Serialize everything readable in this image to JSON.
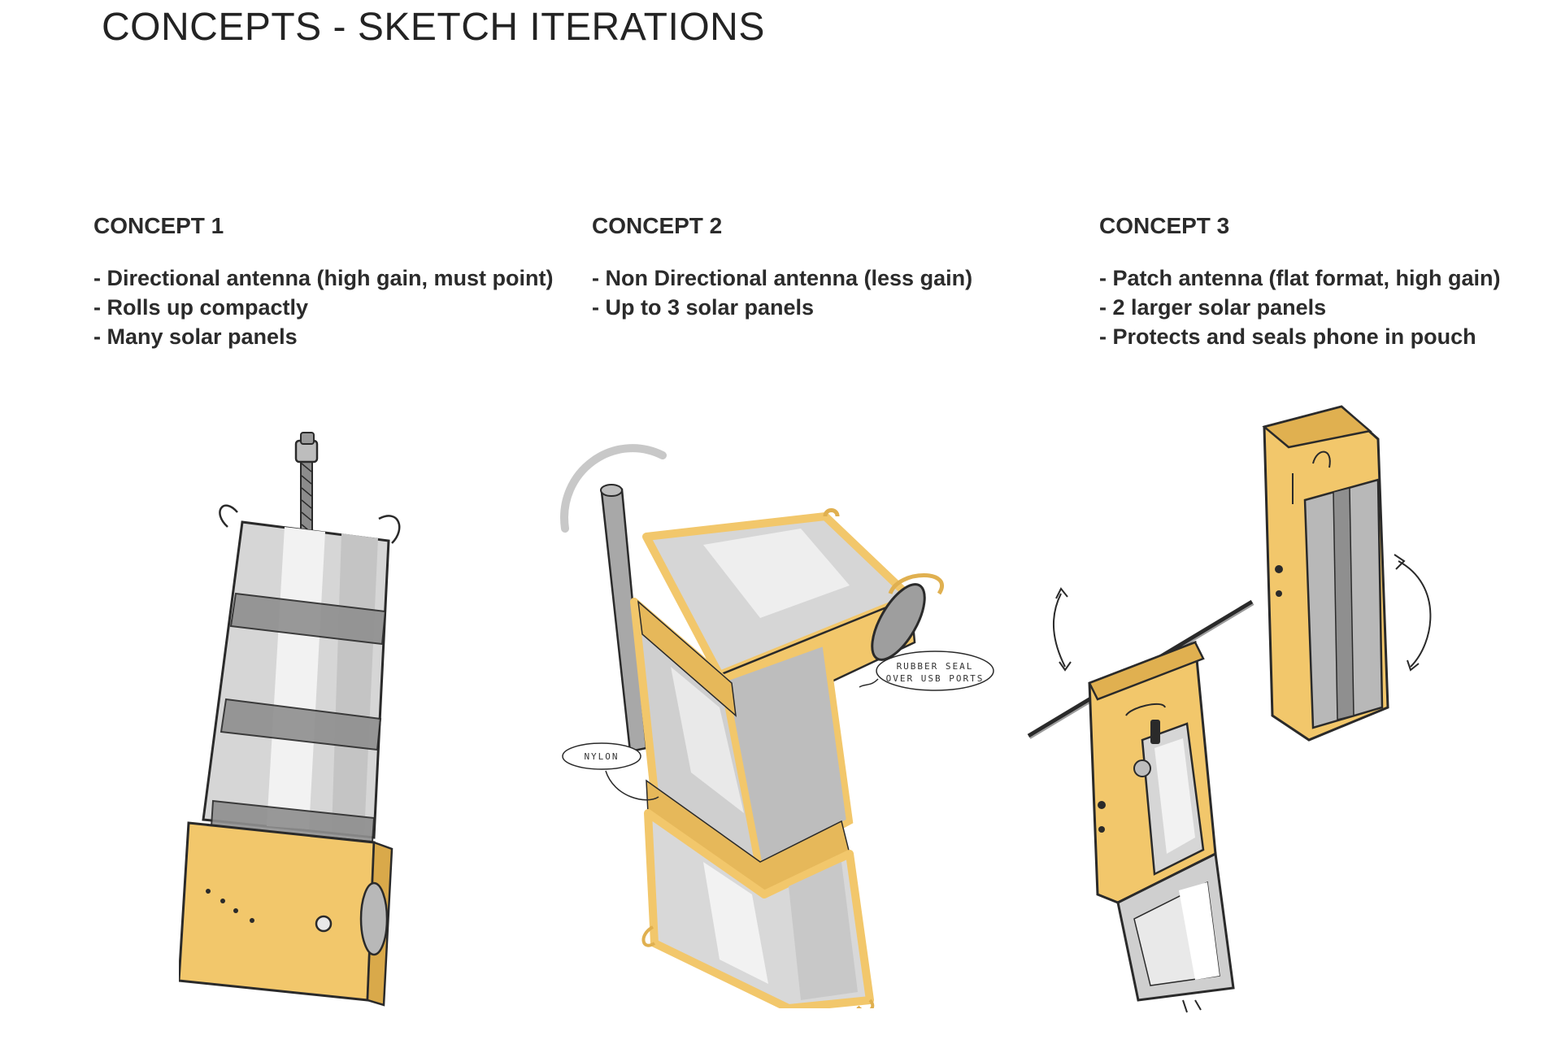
{
  "page": {
    "title": "CONCEPTS - SKETCH ITERATIONS"
  },
  "concepts": [
    {
      "title": "CONCEPT 1",
      "bullets": [
        "- Directional antenna (high gain, must point)",
        "- Rolls up compactly",
        "- Many solar panels"
      ]
    },
    {
      "title": "CONCEPT 2",
      "bullets": [
        "- Non Directional antenna (less gain)",
        "- Up to 3 solar panels"
      ],
      "annotations": {
        "nylon": "NYLON",
        "seal_line1": "RUBBER SEAL",
        "seal_line2": "OVER USB PORTS"
      }
    },
    {
      "title": "CONCEPT 3",
      "bullets": [
        "- Patch antenna (flat format, high gain)",
        "- 2 larger solar panels",
        "- Protects and seals phone in  pouch"
      ]
    }
  ],
  "colors": {
    "accent_yellow": "#f2c76b",
    "panel_grey": "#cfcfcf",
    "panel_light": "#e9e9e9",
    "ink": "#2a2a2a",
    "text": "#2b2b2b"
  }
}
